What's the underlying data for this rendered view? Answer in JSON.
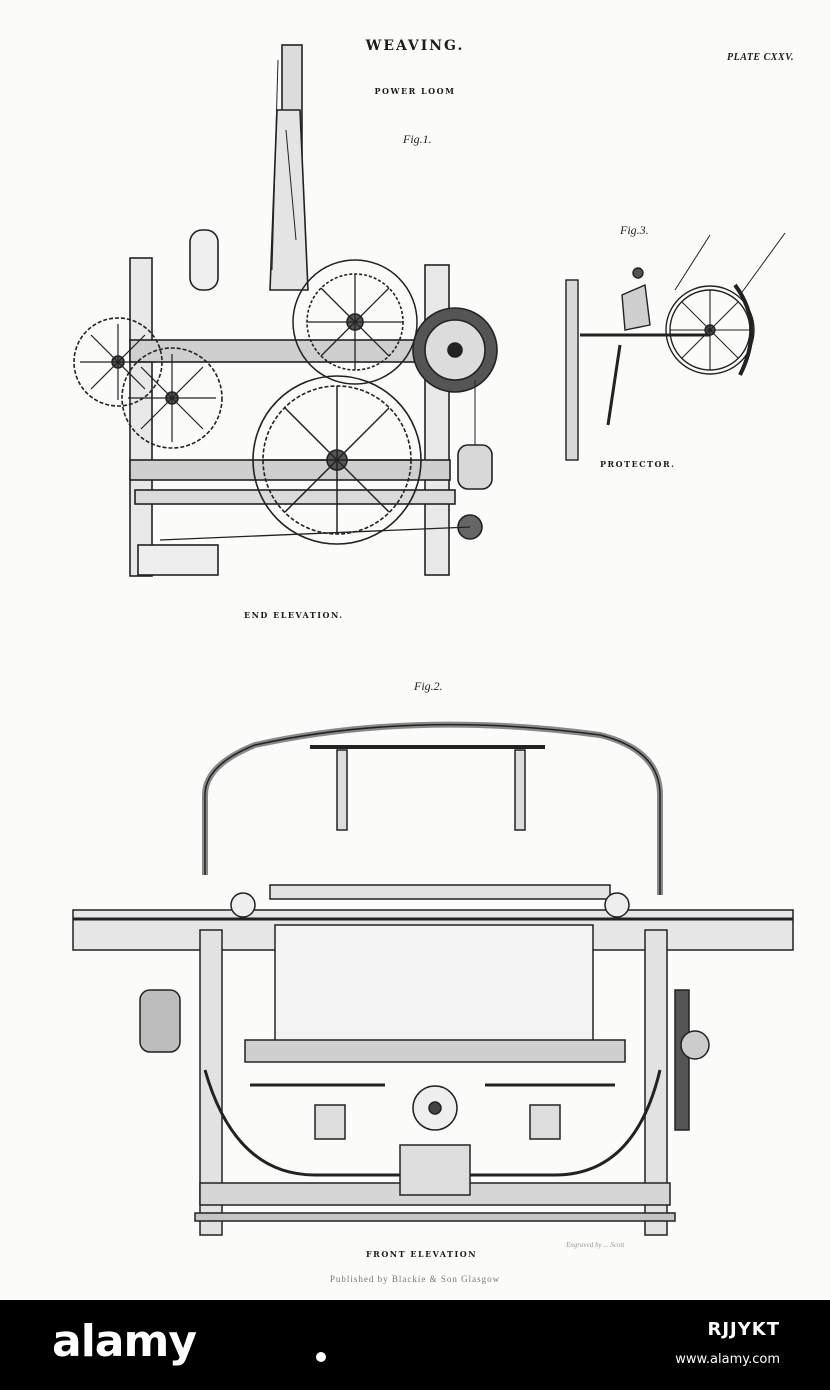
{
  "header": {
    "title": "WEAVING.",
    "subtitle": "POWER LOOM",
    "plate": "PLATE CXXV."
  },
  "figures": {
    "fig1": {
      "label": "Fig.1.",
      "caption": "END ELEVATION."
    },
    "fig2": {
      "label": "Fig.2.",
      "caption": "FRONT ELEVATION"
    },
    "fig3": {
      "label": "Fig.3.",
      "caption": "PROTECTOR."
    }
  },
  "footer": {
    "publisher": "Published by Blackie & Son Glasgow",
    "engraver": "Engraved by ... Scott"
  },
  "watermark": {
    "brand": "alamy",
    "image_id": "RJJYKT",
    "url": "www.alamy.com"
  },
  "colors": {
    "ink": "#1c1c1c",
    "paper": "#fbfbfa",
    "banner": "#000000"
  }
}
